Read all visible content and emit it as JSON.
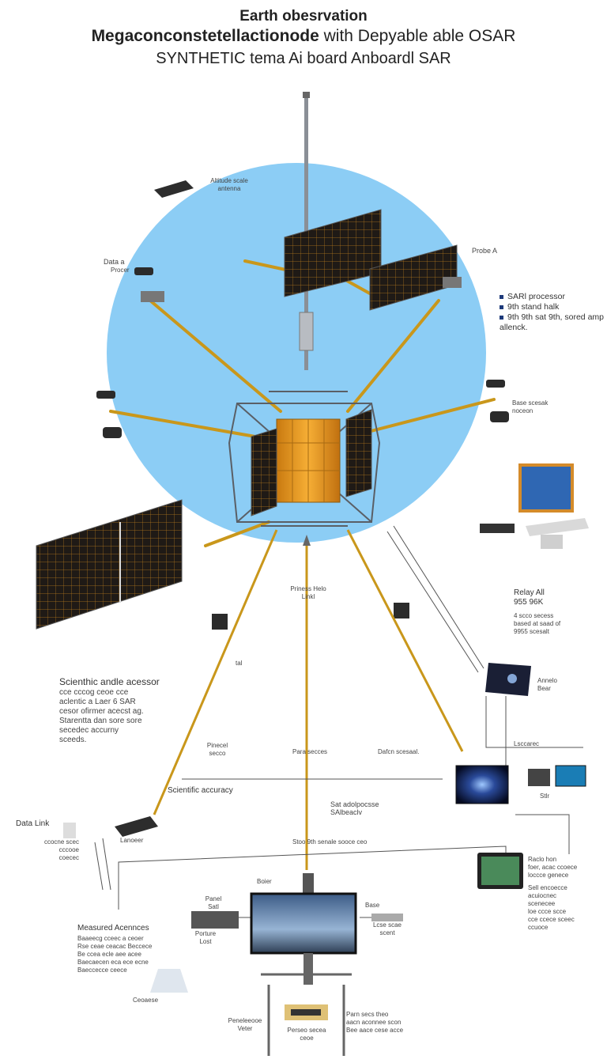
{
  "header": {
    "line1": "Earth obesrvation",
    "line2_bold": "Megaconconstetellactionode",
    "line2_rest": " with Depyable able OSAR",
    "line3": "SYNTHETIC tema Ai board Anboardl SAR"
  },
  "labels": {
    "top_panel": "Altitude scale\nantenna",
    "data_a": "Data a",
    "data_a_sub": "Procer",
    "probe_a": "Probe A",
    "right_arm": "Base scesak\nnoceon",
    "sar_list": [
      "SARl processor",
      "9th stand halk",
      "9th 9th sat 9th, sored amp allenck."
    ],
    "relay_title": "Relay All\n955 96K",
    "relay_sub": "4 scco secess\nbased at saad of\n9955 scesalt",
    "center_link": "Priness Helo\nLinkl",
    "left_desc": "Scienthic andle acessor",
    "left_desc_sub": "cce cccog ceoe cce\naclentic a Laer 6 SAR\ncesor ofirmer acecst ag.\nStarentta dan sore sore\nsecedec accurny\nsceeds.",
    "arm_label_left": "tal",
    "pixel_a": "Pinecel\nsecco",
    "pixel_b": "Para secces",
    "data_sec": "Dafcn scesaal.",
    "sci_acc": "Scientific accuracy",
    "data_link": "Data Link",
    "data_link_sub": "ccocne scec\ncccooe\ncoecec",
    "sat_label": "Sat adolpocsse\nSAlbeaclv",
    "lower_flow": "Stoo 9th senale sooce ceo",
    "base_panel": "Lanoeer",
    "right_tablet": "Annelo\nBear",
    "right_row": "Lsccarec",
    "stlt": "Stlr",
    "far_right_desc": "Raclo hon\nfoer, acac ccoece\nloccce genece",
    "far_right_sub": "Sell encoecce\nacuiocnec\nscenecee\nloe ccce scce\ncce ccece sceec\nccuoce",
    "monitor_label": "Boier",
    "left_box": "Panel\nSatl",
    "left_box_sub": "Porture\nLost",
    "right_box": "Base",
    "right_box_sub": "Lcse scae\nscent",
    "measure_title": "Measured Acennces",
    "measure_sub": "Baaeecg cceec a ceoer\nRse ceae ceacac Beccece\nBe ccea ecle aee acee\nBaecaecen eca ece ecne\nBaeccecce ceece",
    "measure_footer": "Ceoaese",
    "stand_label": "Peneleeooe\nVeter",
    "stand_center": "Perseo secea\nceoe",
    "stand_right": "Parn secs theo\naacn aconnee scon\nBee aace cese acce"
  },
  "colors": {
    "globe": "#8ccdf5",
    "solar_panel": "#1f1a16",
    "solar_grid": "#b7791e",
    "bus_gold": "#f0a224",
    "boom": "#c9971b",
    "truss": "#8a8f96"
  }
}
